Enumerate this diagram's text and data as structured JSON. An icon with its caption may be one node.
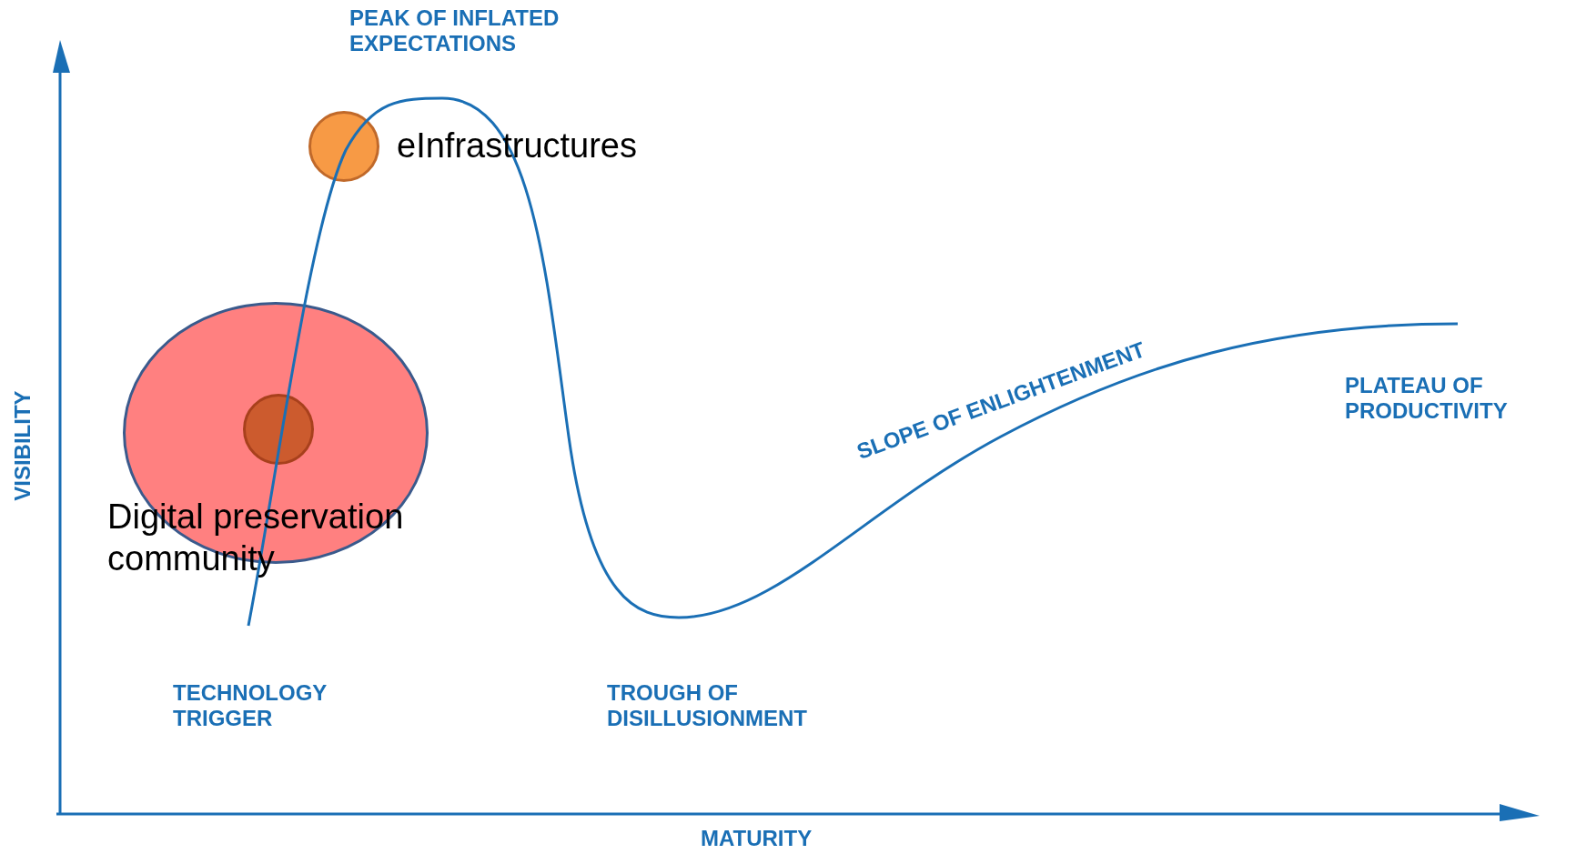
{
  "diagram": {
    "nodes": [
      {
        "text": [],
        "shape": "circle",
        "beside": [
          "eInfrastructures"
        ]
      },
      {
        "text": [],
        "shape": "circle",
        "beside": [
          "Digital preservation community"
        ]
      },
      {
        "text": [],
        "shape": "circle",
        "in": 1
      }
    ],
    "labels": [
      "PEAK OF INFLATED EXPECTATIONS",
      "SLOPE OF ENLIGHTENMENT",
      "PLATEAU OF PRODUCTIVITY",
      "VISIBILITY",
      "TECHNOLOGY TRIGGER",
      "TROUGH OF DISILLUSIONMENT",
      "MATURITY"
    ]
  }
}
